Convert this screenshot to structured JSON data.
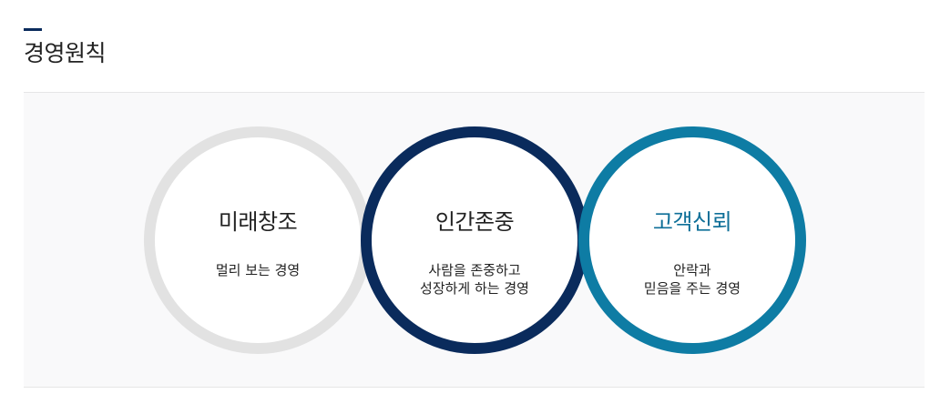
{
  "page": {
    "title": "경영원칙"
  },
  "colors": {
    "title_bar": "#0a2b5c",
    "panel_bg": "#f9f9fa",
    "circle_1_border": "#e2e2e2",
    "circle_2_border": "#0a2b5c",
    "circle_3_border": "#0e7ca4",
    "circle_3_title": "#0e6f98"
  },
  "principles": [
    {
      "title": "미래창조",
      "desc_lines": [
        "멀리 보는 경영"
      ]
    },
    {
      "title": "인간존중",
      "desc_lines": [
        "사람을 존중하고",
        "성장하게 하는 경영"
      ]
    },
    {
      "title": "고객신뢰",
      "desc_lines": [
        "안락과",
        "믿음을 주는 경영"
      ]
    }
  ]
}
